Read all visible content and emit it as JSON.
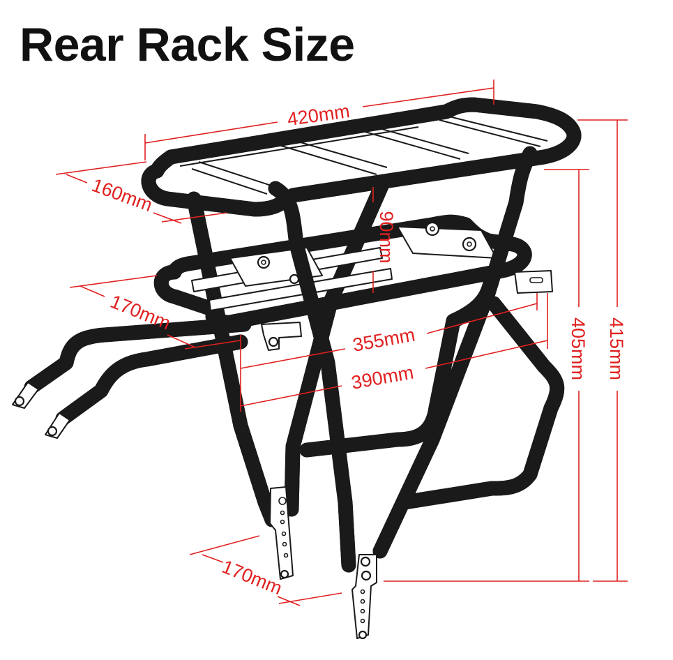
{
  "title": "Rear Rack Size",
  "colors": {
    "dimension": "#e02020",
    "outline": "#1a1a1a",
    "title": "#111111",
    "background": "#ffffff"
  },
  "dimensions": {
    "top_length": "420mm",
    "top_width": "160mm",
    "deck_gap": "90mm",
    "lower_width": "170mm",
    "lower_length_inner": "355mm",
    "lower_length_outer": "390mm",
    "height_inner": "405mm",
    "height_outer": "415mm",
    "leg_spacing": "170mm"
  }
}
